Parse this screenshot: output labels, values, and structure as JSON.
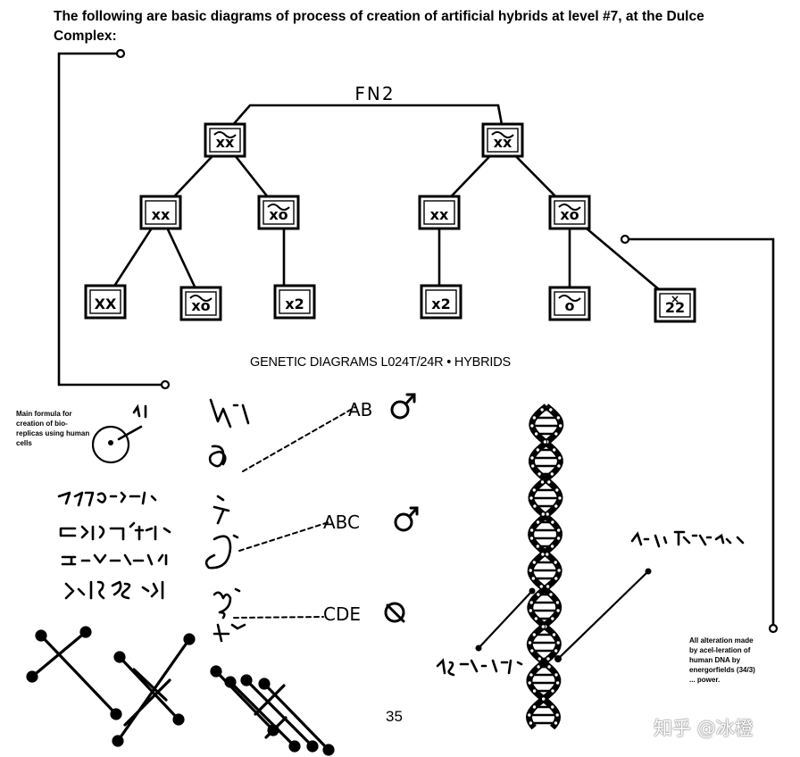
{
  "heading": "The following are basic diagrams of process of creation of artificial hybrids at level #7, at the Dulce Complex:",
  "tree": {
    "root_label": "FN2",
    "nodes": [
      {
        "id": "l1",
        "label": "xx"
      },
      {
        "id": "r1",
        "label": "xx"
      },
      {
        "id": "l2a",
        "label": "xx"
      },
      {
        "id": "l2b",
        "label": "xo"
      },
      {
        "id": "r2a",
        "label": "xx"
      },
      {
        "id": "r2b",
        "label": "xo"
      },
      {
        "id": "l3a",
        "label": "XX"
      },
      {
        "id": "l3b",
        "label": "xo"
      },
      {
        "id": "l3c",
        "label": "x2"
      },
      {
        "id": "r3a",
        "label": "x2"
      },
      {
        "id": "r3b",
        "label": "o"
      },
      {
        "id": "r3c",
        "label": "22"
      }
    ]
  },
  "caption": "GENETIC DIAGRAMS L024T/24R • HYBRIDS",
  "note_left": "Main formula for creation of bio-replicas using human cells",
  "labels": {
    "ab": "AB",
    "abc": "ABC",
    "cde": "CDE"
  },
  "note_right": "All alteration made by acel-leration of human DNA by energorfields (34/3) ... power.",
  "page_number": "35",
  "watermark": "知乎 @冰橙",
  "icons": [
    "male-symbol-icon",
    "male-symbol-icon",
    "null-symbol-icon",
    "dna-helix-icon"
  ]
}
